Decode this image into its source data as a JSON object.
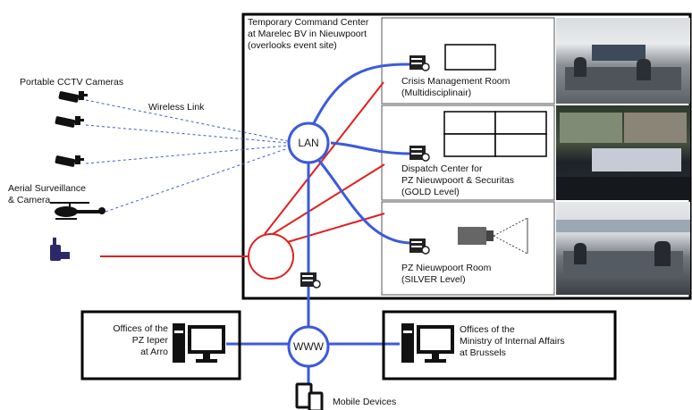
{
  "command_center": {
    "title_line1": "Temporary Command Center",
    "title_line2": "at Marelec BV in Nieuwpoort",
    "title_line3": "(overlooks event site)"
  },
  "rooms": [
    {
      "line1": "Crisis Management Room",
      "line2": "(Multidisciplinair)",
      "line3": ""
    },
    {
      "line1": "Dispatch Center for",
      "line2": "PZ Nieuwpoort & Securitas",
      "line3": "(GOLD Level)"
    },
    {
      "line1": "PZ Nieuwpoort Room",
      "line2": "(SILVER Level)",
      "line3": ""
    }
  ],
  "left": {
    "cctv_label": "Portable CCTV Cameras",
    "wireless_label": "Wireless Link",
    "aerial_line1": "Aerial Surveillance",
    "aerial_line2": "& Camera"
  },
  "nodes": {
    "lan": "LAN",
    "www": "WWW"
  },
  "offices": {
    "ieper_line1": "Offices of the",
    "ieper_line2": "PZ Ieper",
    "ieper_line3": "at Arro",
    "ministry_line1": "Offices of the",
    "ministry_line2": "Ministry of Internal Affairs",
    "ministry_line3": "at Brussels"
  },
  "mobile_label": "Mobile Devices",
  "colors": {
    "link_blue": "#3b5bdb",
    "radio_red": "#e02020",
    "frame": "#000000",
    "wireless_dash": "#3b5bdb"
  },
  "icons": [
    "server-icon",
    "cctv-camera-icon",
    "helicopter-icon",
    "radio-icon",
    "desktop-computer-icon",
    "projector-icon",
    "mobile-device-icon",
    "video-wall-icon"
  ]
}
